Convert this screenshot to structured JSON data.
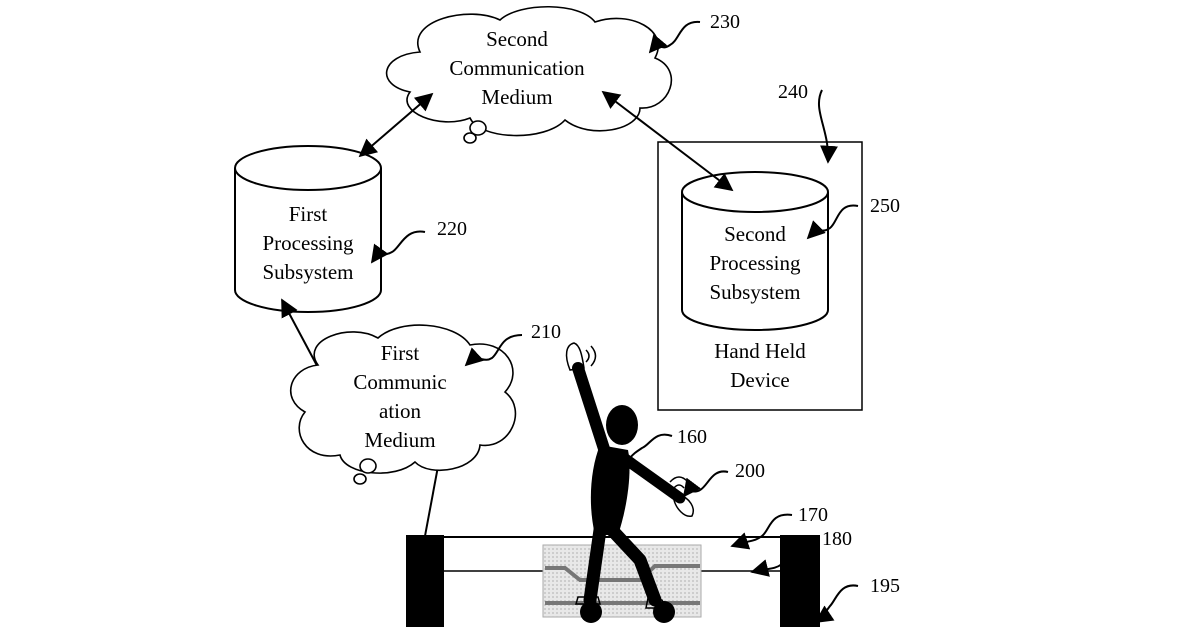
{
  "clouds": {
    "second": {
      "lines": [
        "Second",
        "Communication",
        "Medium"
      ],
      "ref": "230"
    },
    "first": {
      "lines": [
        "First",
        "Communic",
        "ation",
        "Medium"
      ],
      "ref": "210"
    }
  },
  "cylinders": {
    "first": {
      "lines": [
        "First",
        "Processing",
        "Subsystem"
      ],
      "ref": "220"
    },
    "second": {
      "lines": [
        "Second",
        "Processing",
        "Subsystem"
      ],
      "ref": "250"
    }
  },
  "handheld": {
    "lines": [
      "Hand Held",
      "Device"
    ],
    "ref": "240"
  },
  "refs": {
    "person": "160",
    "sensor": "200",
    "platform_top": "170",
    "platform_mid": "180",
    "base": "195"
  }
}
